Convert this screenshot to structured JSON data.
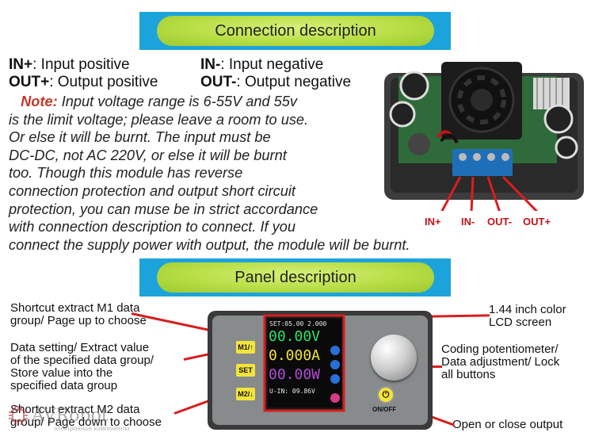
{
  "connection": {
    "title": "Connection description",
    "defs": [
      {
        "a_term": "IN+",
        "a_text": ": Input positive",
        "b_term": "IN-",
        "b_text": ": Input negative"
      },
      {
        "a_term": "OUT+",
        "a_text": ": Output positive",
        "b_term": "OUT-",
        "b_text": ": Output negative"
      }
    ],
    "note_label": "Note:",
    "note_lines": [
      " Input voltage range is 6-55V and 55v",
      "is the limit voltage; please leave a room to use.",
      "Or else it will be burnt. The input must be",
      "DC-DC, not AC 220V, or else it will be burnt",
      "too. Though this module has reverse",
      "connection protection and output short circuit",
      "protection, you can muse be in strict accordance",
      "with connection description to connect. If you",
      "connect the supply power with output, the module will be burnt."
    ],
    "terminal_labels": [
      "IN+",
      "IN-",
      "OUT-",
      "OUT+"
    ]
  },
  "panel": {
    "title": "Panel description",
    "left_labels": {
      "m1": "Shortcut extract M1 data\ngroup/ Page up to choose",
      "set": "Data setting/ Extract value\nof the specified data group/\nStore value into the\nspecified data group",
      "m2": "Shortcut extract M2 data\ngroup/ Page down to choose"
    },
    "right_labels": {
      "lcd": "1.44 inch color\nLCD screen",
      "knob": "Coding potentiometer/\nData adjustment/ Lock\nall buttons",
      "onoff": "Open or close output"
    },
    "lcd": {
      "status": "SET:05.00 2.000",
      "voltage": "00.00V",
      "current": "0.000A",
      "power": "00.00W",
      "input": "U-IN: 09.86V"
    },
    "buttons": {
      "m1": "M1/↑",
      "set": "SET",
      "m2": "M2/↓",
      "onoff": "ON/OFF"
    }
  },
  "watermark": {
    "brand": "AVRobot",
    "sub": "электронные компоненты"
  },
  "colors": {
    "banner": "#1da3dc",
    "pill": "#b8de45",
    "accent_red": "#d81e1e",
    "note_red": "#c0392b"
  }
}
